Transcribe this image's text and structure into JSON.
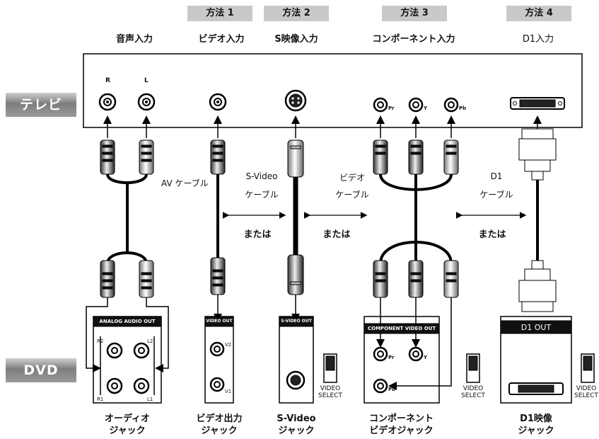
{
  "methods": [
    "方法 1",
    "方法 2",
    "方法 3",
    "方法 4"
  ],
  "inputs": [
    "音声入力",
    "ビデオ入力",
    "S映像入力",
    "コンポーネント入力",
    "D1入力"
  ],
  "devices": {
    "tv": "テレビ",
    "dvd": "DVD"
  },
  "tv_jacks": {
    "r": "R",
    "l": "L",
    "pr": "Pr",
    "y": "Y",
    "pb": "Pb"
  },
  "cables": {
    "av": "AV ケーブル",
    "svideo_1": "S-Video",
    "svideo_2": "ケーブル",
    "video_1": "ビデオ",
    "video_2": "ケーブル",
    "d1_1": "D1",
    "d1_2": "ケーブル",
    "or": "または"
  },
  "panels": {
    "analog": "ANALOG AUDIO OUT",
    "video": "VIDEO OUT",
    "svideo": "S-VIDEO OUT",
    "component": "COMPONENT VIDEO OUT",
    "d1": "D1 OUT",
    "r2": "R2",
    "l2": "L2",
    "r1": "R1",
    "l1": "L1",
    "v2": "V2",
    "v1": "V1",
    "pr": "Pr",
    "y": "Y",
    "pb": "Pb"
  },
  "video_select": [
    "VIDEO",
    "SELECT"
  ],
  "bottom_labels": [
    [
      "オーディオ",
      "ジャック"
    ],
    [
      "ビデオ出力",
      "ジャック"
    ],
    [
      "S-Video",
      "ジャック"
    ],
    [
      "コンポーネント",
      "ビデオジャック"
    ],
    [
      "D1映像",
      "ジャック"
    ]
  ]
}
